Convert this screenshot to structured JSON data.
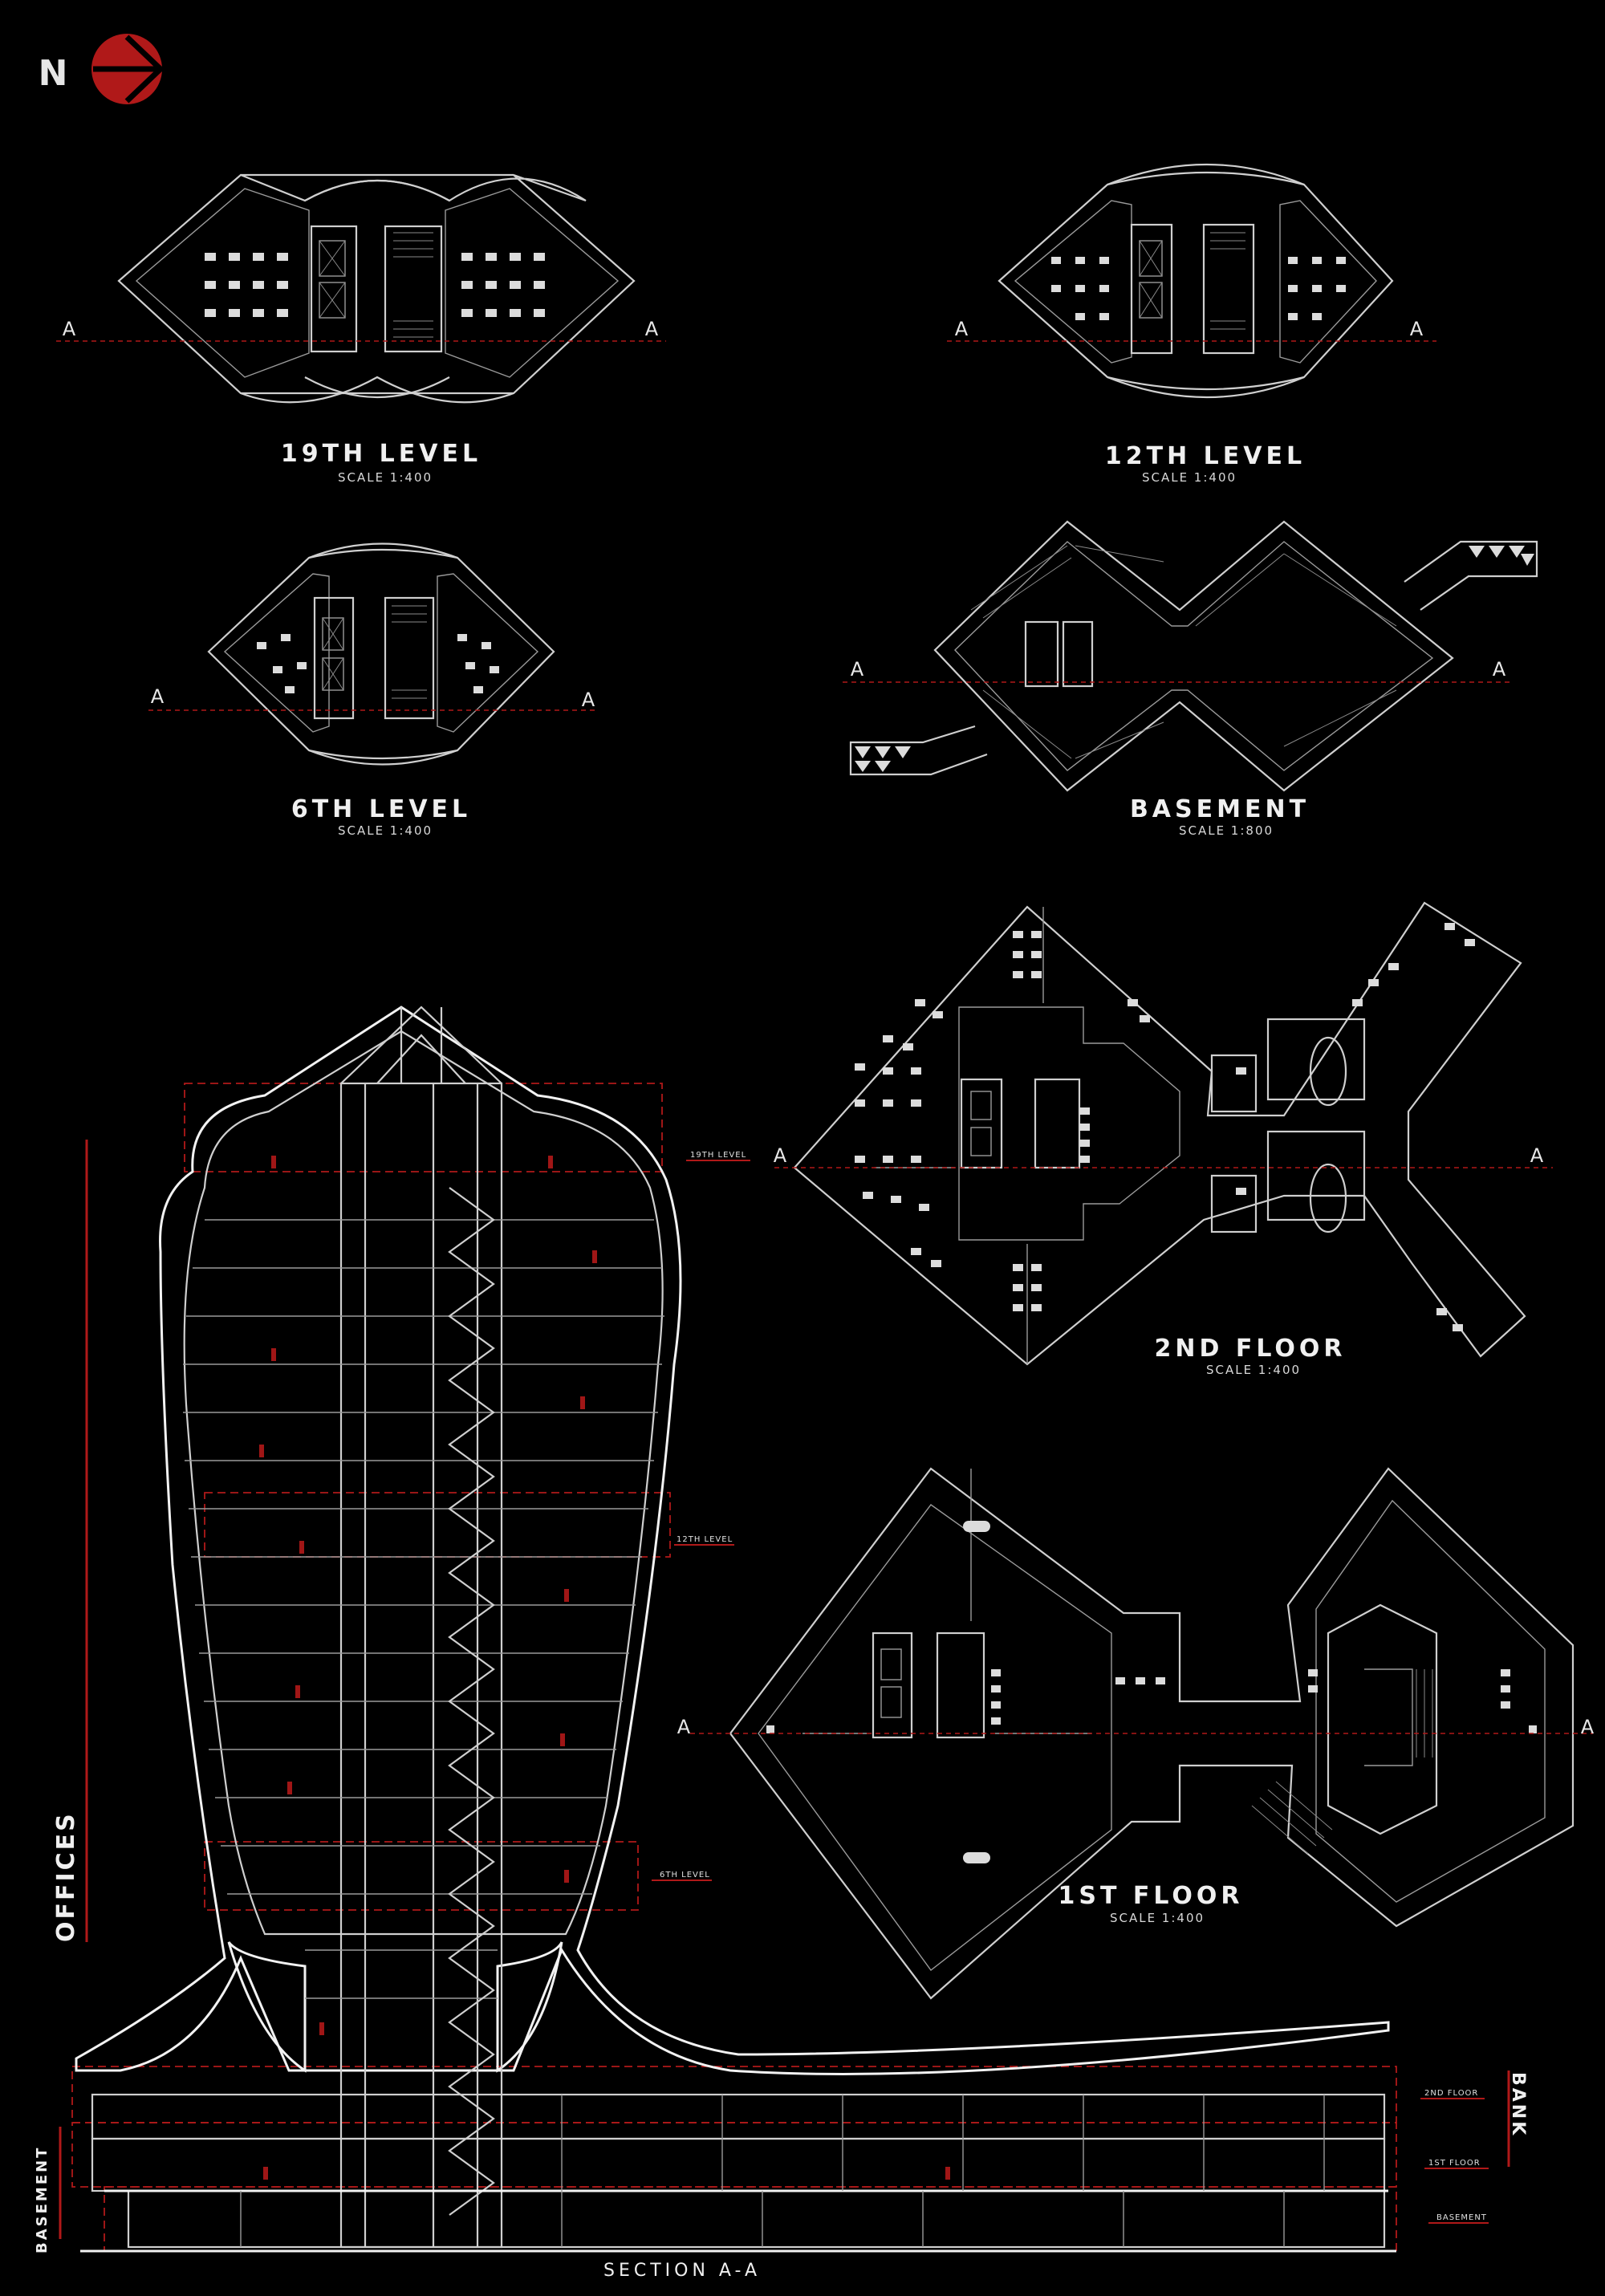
{
  "north_arrow": {
    "letter": "N",
    "arrow_color": "#b01919"
  },
  "section_marker": "A",
  "plans": [
    {
      "id": "level-19",
      "title": "19TH LEVEL",
      "scale": "SCALE 1:400"
    },
    {
      "id": "level-12",
      "title": "12TH LEVEL",
      "scale": "SCALE 1:400"
    },
    {
      "id": "level-6",
      "title": "6TH LEVEL",
      "scale": "SCALE 1:400"
    },
    {
      "id": "basement",
      "title": "BASEMENT",
      "scale": "SCALE 1:800"
    },
    {
      "id": "floor-2",
      "title": "2ND FLOOR",
      "scale": "SCALE 1:400"
    },
    {
      "id": "floor-1",
      "title": "1ST FLOOR",
      "scale": "SCALE 1:400"
    }
  ],
  "section": {
    "title": "SECTION A-A",
    "level_tags": {
      "level_19": "19TH LEVEL",
      "level_12": "12TH LEVEL",
      "level_6": "6TH LEVEL",
      "floor_2": "2ND FLOOR",
      "floor_1": "1ST FLOOR",
      "basement": "BASEMENT"
    },
    "zones": {
      "offices": "OFFICES",
      "bank": "BANK",
      "basement": "BASEMENT"
    }
  },
  "colors": {
    "background": "#000000",
    "linework": "#cfcfcf",
    "accent_red": "#b01919"
  }
}
